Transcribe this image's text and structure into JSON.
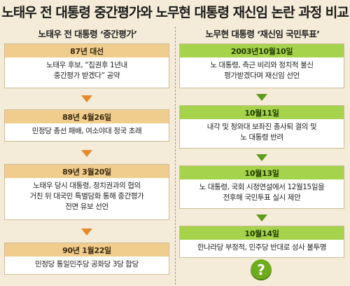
{
  "title": "노태우 전 대통령 중간평가와 노무현 대통령 재신임 논란 과정 비교",
  "left": {
    "heading": "노태우 전 대통령 ‘중간평가’",
    "events": [
      {
        "date": "87년 대선",
        "lines": [
          "노태우 후보, “집권후 1년내",
          "중간평가 받겠다”   공약"
        ]
      },
      {
        "date": "88년 4월26일",
        "lines": [
          "민정당 총선 패배, 여소야대 정국 초래"
        ]
      },
      {
        "date": "89년 3월20일",
        "lines": [
          "노태우 당시 대통령, 정치권과의 협의",
          "거친 뒤 대국민 특별담화 통해 중간평가",
          "전면 유보 선언"
        ]
      },
      {
        "date": "90년 1월22일",
        "lines": [
          "민정당 통일민주당 공화당 3당 합당"
        ]
      }
    ]
  },
  "right": {
    "heading": "노무현 대통령 ‘재신임 국민투표’",
    "events": [
      {
        "date": "2003년10월10일",
        "lines": [
          "노 대통령, 측근 비리와 정치적 불신",
          "평가받겠다며 재신임 선언"
        ]
      },
      {
        "date": "10월11일",
        "lines": [
          "내각 및 청와대 보좌진 총사퇴 결의 및",
          "노 대통령 반려"
        ]
      },
      {
        "date": "10월13일",
        "lines": [
          "노 대통령, 국회 시정연설에서 12월15일을",
          "전후해 국민투표 실시 제안"
        ]
      },
      {
        "date": "10월14일",
        "lines": [
          "한나라당 부정적, 민주당 반대로 성사 불투명"
        ]
      }
    ],
    "question": "?"
  },
  "colors": {
    "left_header": "#f0cd8d",
    "right_header": "#a5d34b",
    "left_arrow": "#e58a2b",
    "right_arrow": "#5f9a1c",
    "background": "#f4ecd8"
  }
}
